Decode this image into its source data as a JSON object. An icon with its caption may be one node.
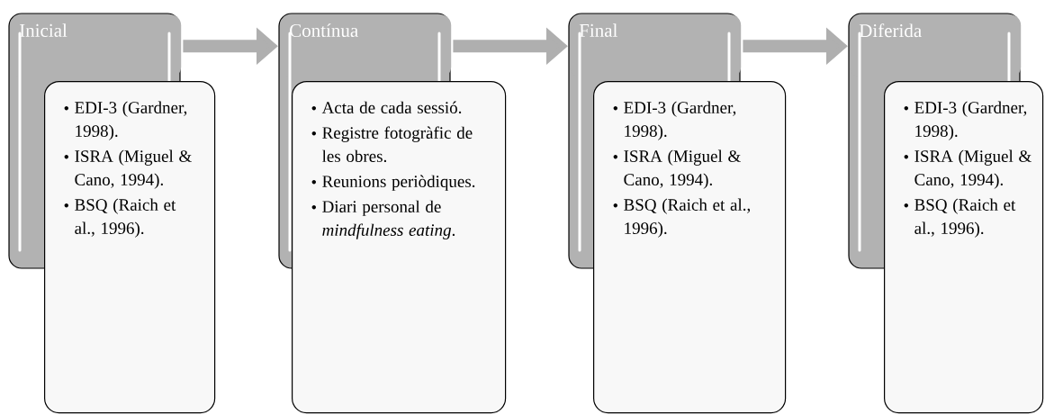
{
  "diagram": {
    "nodes": [
      {
        "text": [
          "Inicial"
        ]
      },
      {
        "text": [
          "EDI-3 (Gardner, 1998).",
          "ISRA (Miguel & Cano, 1994).",
          "BSQ (Raich et al., 1996)."
        ]
      },
      {
        "text": [
          "Contínua"
        ]
      },
      {
        "text": [
          "Acta de cada sessió.",
          "Registre fotogràfic de les obres.",
          "Reunions periòdiques.",
          "Diari personal de *mindfulness eating*."
        ]
      },
      {
        "text": [
          "Final"
        ]
      },
      {
        "text": [
          "EDI-3 (Gardner, 1998).",
          "ISRA (Miguel & Cano, 1994).",
          "BSQ (Raich et al., 1996)."
        ]
      },
      {
        "text": [
          "Diferida"
        ]
      },
      {
        "text": [
          "EDI-3 (Gardner, 1998).",
          "ISRA (Miguel & Cano, 1994).",
          "BSQ (Raich et al., 1996)."
        ]
      }
    ],
    "edges": [
      {
        "from": 0,
        "to": 2,
        "arrow": "to"
      },
      {
        "from": 2,
        "to": 4,
        "arrow": "to"
      },
      {
        "from": 4,
        "to": 6,
        "arrow": "to"
      }
    ]
  }
}
